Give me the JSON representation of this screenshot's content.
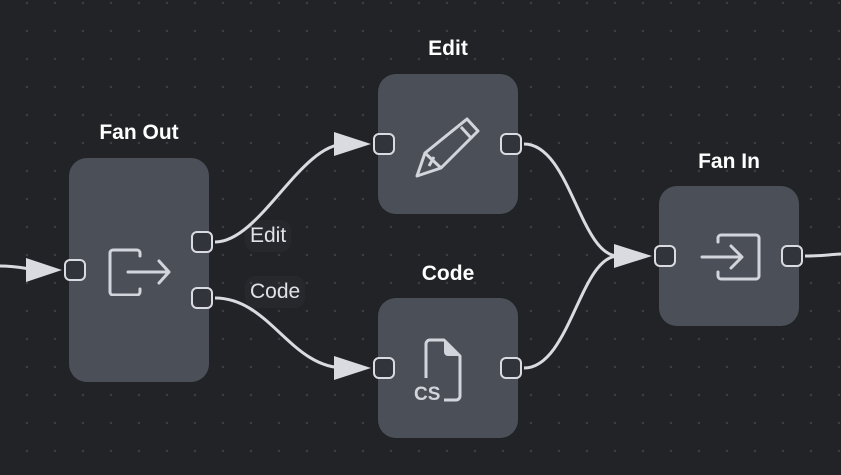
{
  "theme": {
    "background": "#212327",
    "grid_dot": "#3a3d42",
    "node_fill": "#4b5058",
    "port_fill": "#31343a",
    "stroke": "#d9dbe0",
    "title_color": "#ffffff"
  },
  "nodes": [
    {
      "id": "fan-out",
      "title": "Fan Out",
      "icon": "exit-arrow-icon",
      "inputs": [
        "in"
      ],
      "outputs": [
        {
          "id": "edit",
          "label": "Edit"
        },
        {
          "id": "code",
          "label": "Code"
        }
      ]
    },
    {
      "id": "edit",
      "title": "Edit",
      "icon": "pencil-icon",
      "inputs": [
        "in"
      ],
      "outputs": [
        {
          "id": "out",
          "label": ""
        }
      ]
    },
    {
      "id": "code",
      "title": "Code",
      "icon": "cs-file-icon",
      "icon_text": "CS",
      "inputs": [
        "in"
      ],
      "outputs": [
        {
          "id": "out",
          "label": ""
        }
      ]
    },
    {
      "id": "fan-in",
      "title": "Fan In",
      "icon": "enter-arrow-icon",
      "inputs": [
        "in"
      ],
      "outputs": [
        {
          "id": "out",
          "label": ""
        }
      ]
    }
  ],
  "edges": [
    {
      "from": "external",
      "to": "fan-out.in"
    },
    {
      "from": "fan-out.edit",
      "to": "edit.in"
    },
    {
      "from": "fan-out.code",
      "to": "code.in"
    },
    {
      "from": "edit.out",
      "to": "fan-in.in"
    },
    {
      "from": "code.out",
      "to": "fan-in.in"
    },
    {
      "from": "fan-in.out",
      "to": "external"
    }
  ]
}
